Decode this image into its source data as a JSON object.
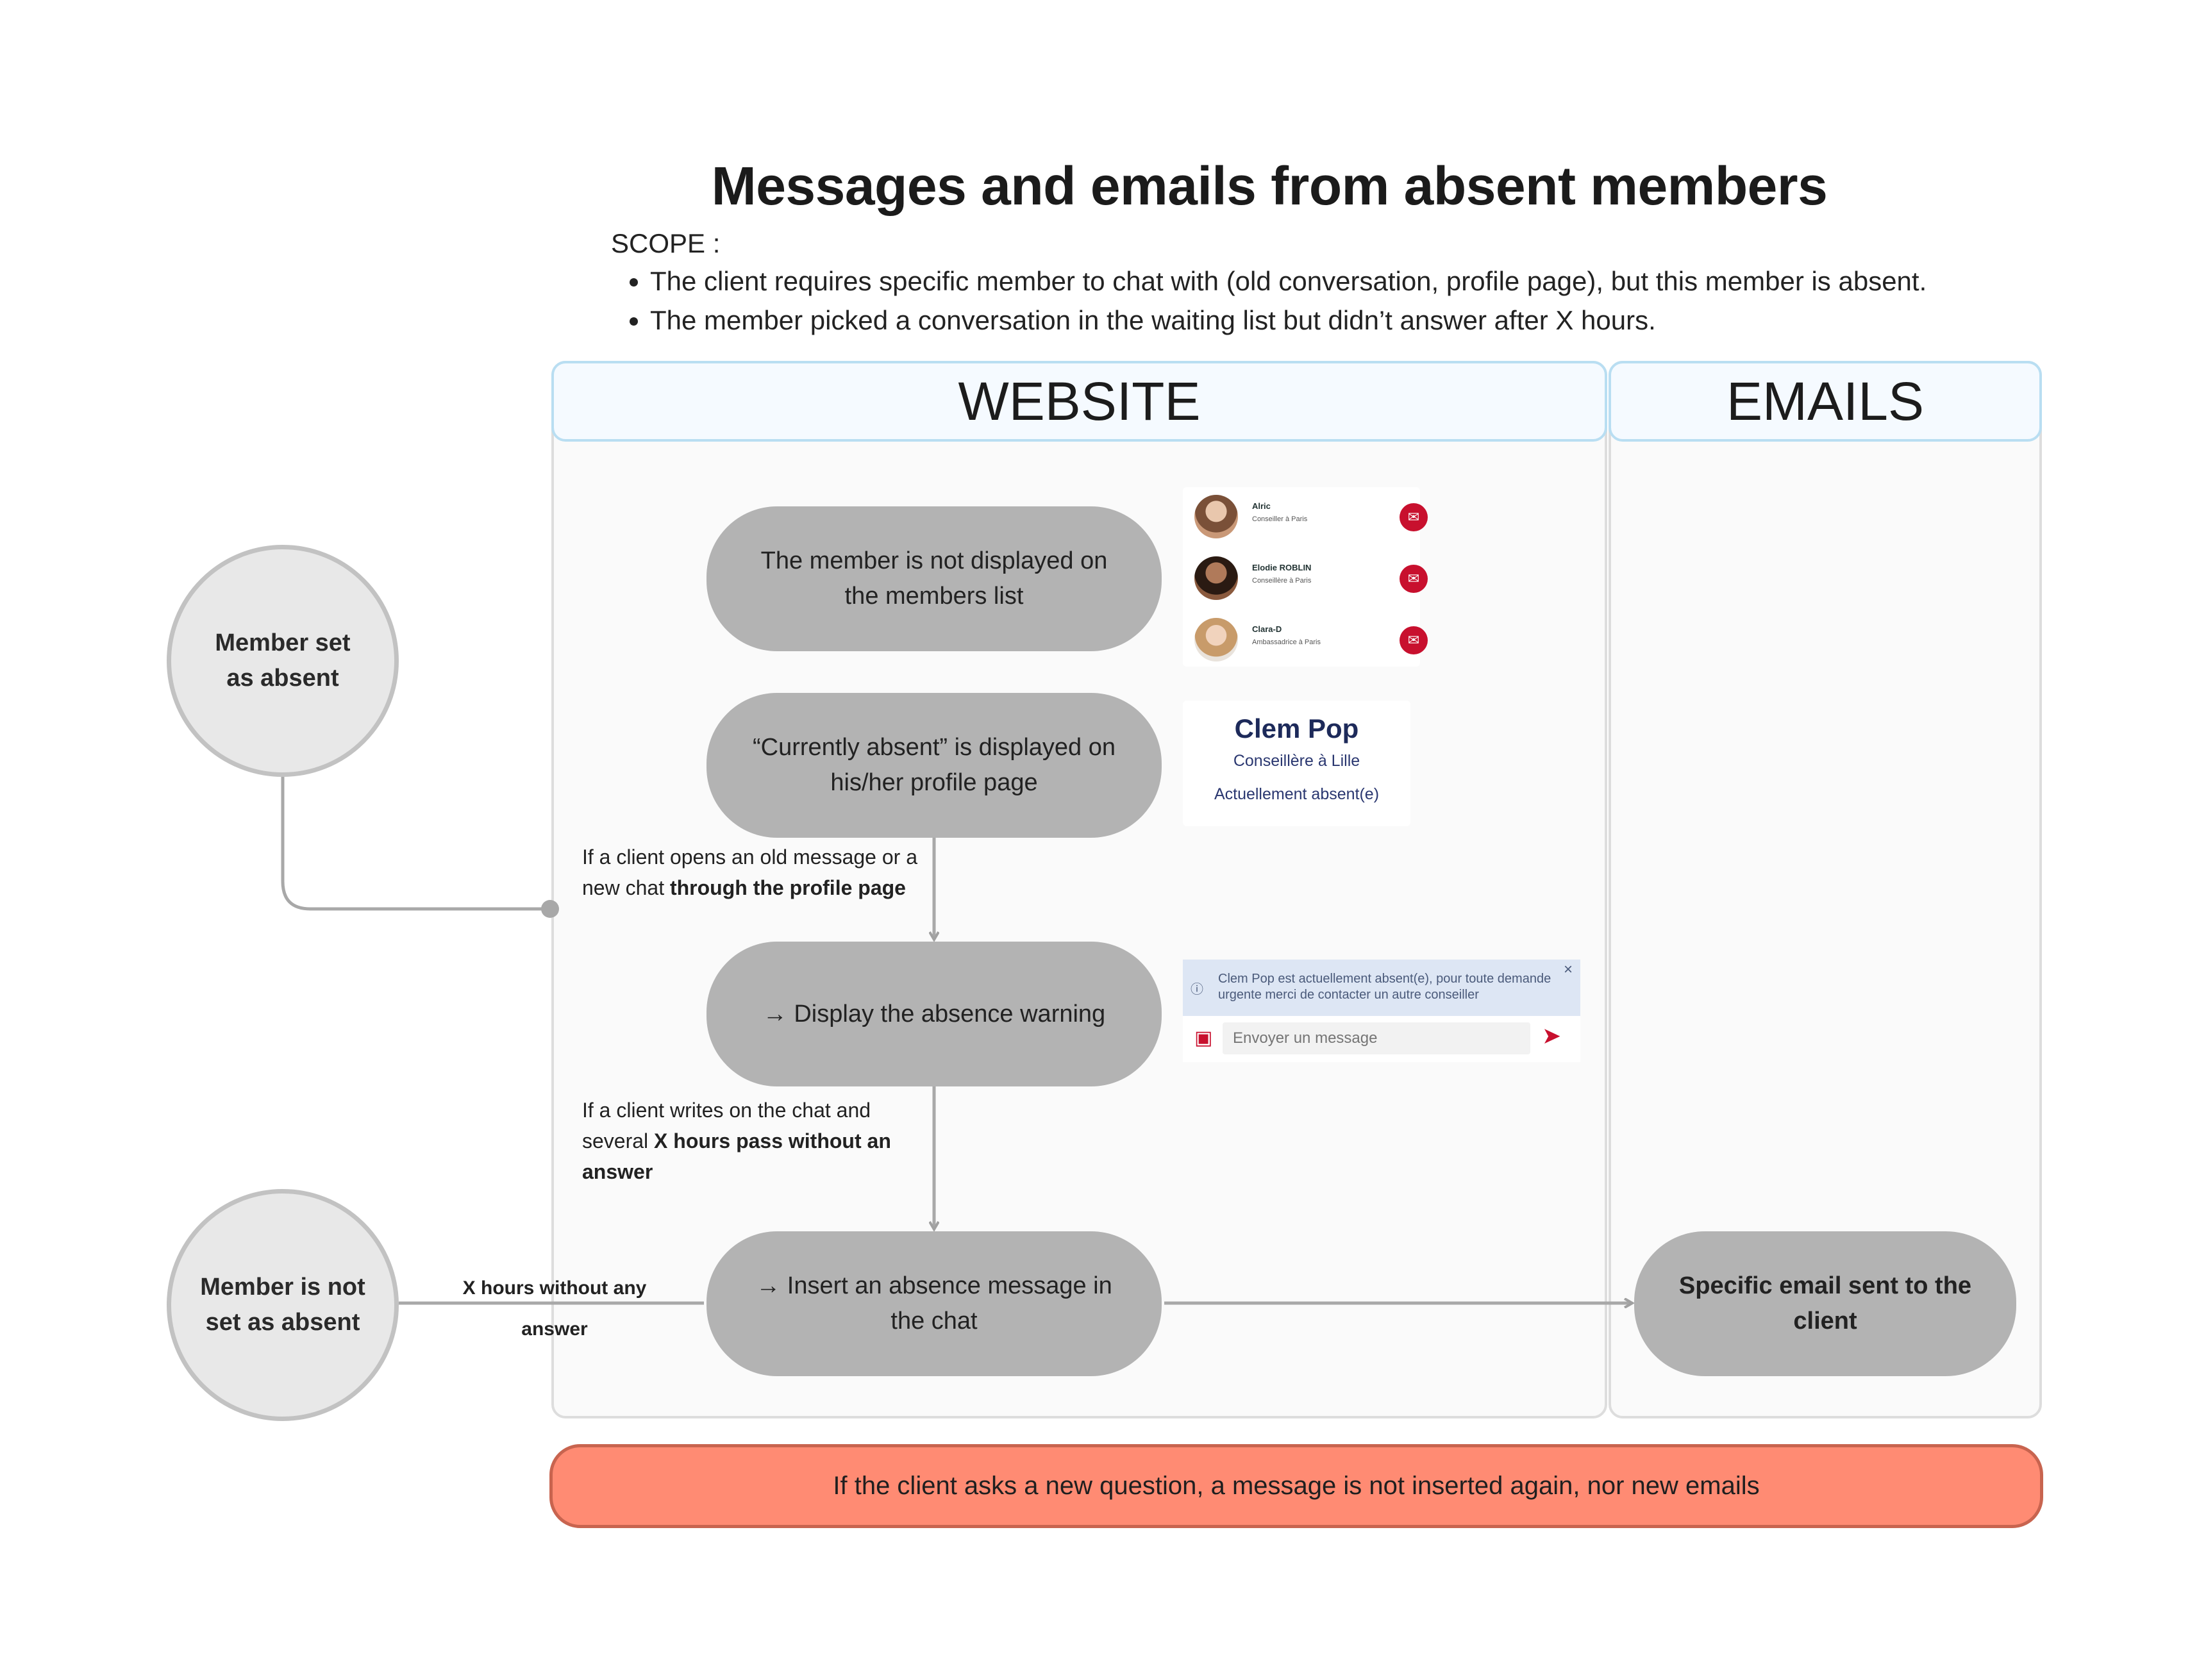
{
  "title": "Messages and emails from absent members",
  "scope": {
    "label": "SCOPE :",
    "items": [
      "The client requires specific member to chat with (old conversation, profile page), but this member is absent.",
      "The member picked a conversation in the waiting list but didn’t answer after X hours."
    ]
  },
  "lanes": {
    "website": "WEBSITE",
    "emails": "EMAILS"
  },
  "circles": {
    "absent": "Member set as absent",
    "not_absent": "Member is not set as absent"
  },
  "steps": {
    "not_displayed": "The member is not displayed on the members list",
    "currently_absent": "“Currently absent” is displayed on his/her profile page",
    "display_warning": "→ Display the absence warning",
    "insert_message": "→ Insert an absence message in the chat",
    "email": "Specific email sent to the client"
  },
  "notes": {
    "profile_open_pre": "If a client opens an old message or a new chat ",
    "profile_open_bold": "through the profile page",
    "hours_pre": "If a client writes on the chat and several ",
    "hours_bold": "X hours pass without an answer",
    "edge_label": "X hours without any answer"
  },
  "members": [
    {
      "name": "Alric",
      "role": "Conseiller à Paris"
    },
    {
      "name": "Elodie ROBLIN",
      "role": "Conseillère à Paris"
    },
    {
      "name": "Clara-D",
      "role": "Ambassadrice à Paris"
    }
  ],
  "profile": {
    "name": "Clem Pop",
    "role": "Conseillère à Lille",
    "status": "Actuellement absent(e)"
  },
  "chat": {
    "warning": "Clem Pop est actuellement absent(e), pour toute demande urgente merci de contacter un autre conseiller",
    "placeholder": "Envoyer un message"
  },
  "banner": "If the client asks a new question, a message is not inserted again, nor new emails",
  "colors": {
    "pill": "#b3b3b3",
    "banner": "#ff8b73",
    "accent": "#c8102e",
    "lane_head": "#f5faff"
  },
  "icons": {
    "chat": "chat-bubbles-icon",
    "info": "info-icon",
    "close": "close-icon",
    "image": "image-icon",
    "send": "send-icon"
  }
}
